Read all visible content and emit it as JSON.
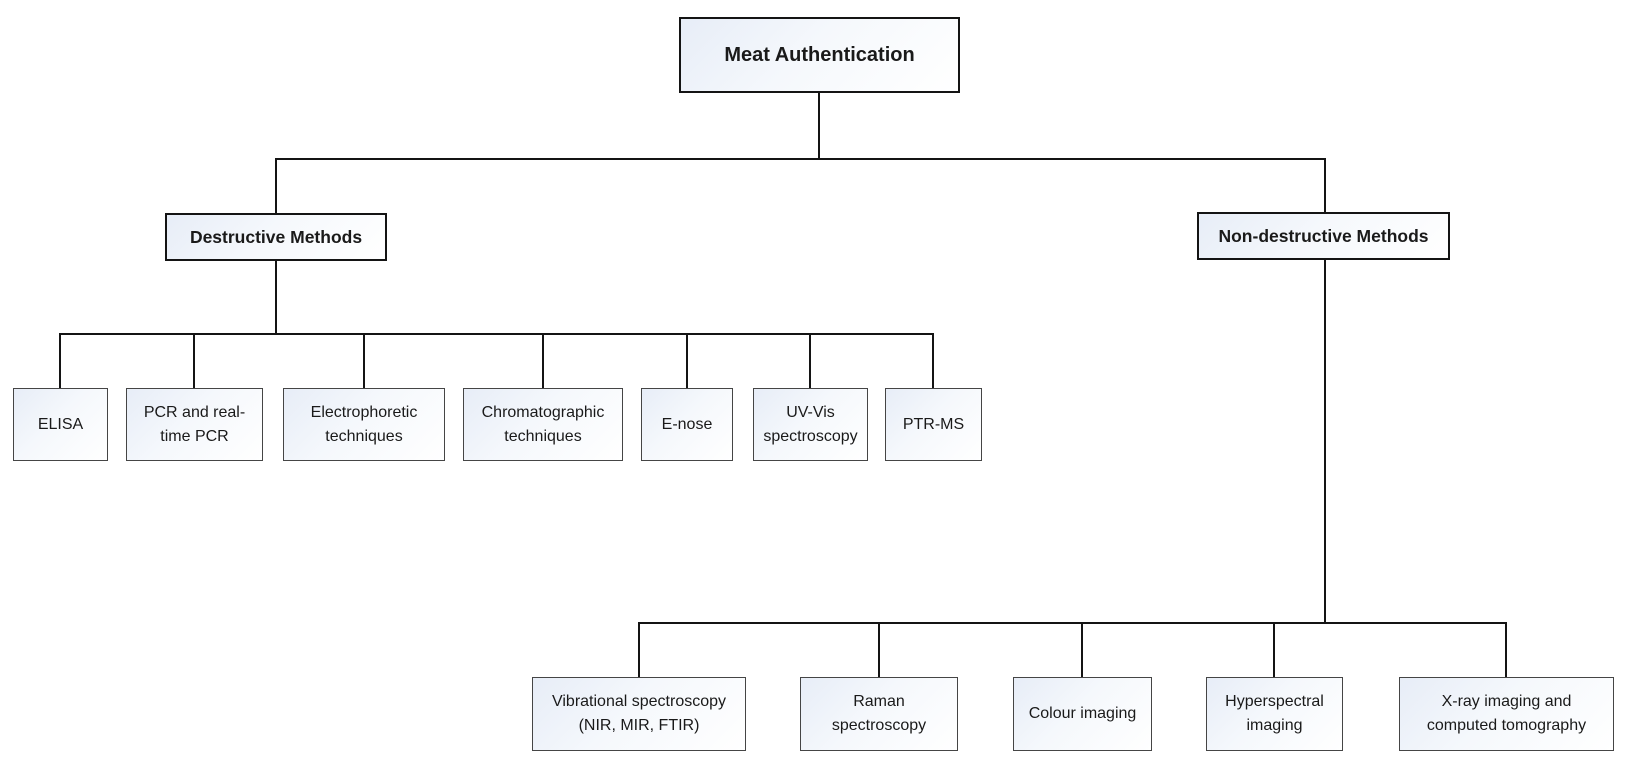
{
  "diagram": {
    "root": {
      "label": "Meat Authentication"
    },
    "branches": [
      {
        "label": "Destructive Methods",
        "children": [
          {
            "label": "ELISA"
          },
          {
            "label": "PCR and real-\ntime PCR"
          },
          {
            "label": "Electrophoretic\ntechniques"
          },
          {
            "label": "Chromatographic\ntechniques"
          },
          {
            "label": "E-nose"
          },
          {
            "label": "UV-Vis\nspectroscopy"
          },
          {
            "label": "PTR-MS"
          }
        ]
      },
      {
        "label": "Non-destructive Methods",
        "children": [
          {
            "label": "Vibrational spectroscopy\n(NIR, MIR, FTIR)"
          },
          {
            "label": "Raman\nspectroscopy"
          },
          {
            "label": "Colour imaging"
          },
          {
            "label": "Hyperspectral\nimaging"
          },
          {
            "label": "X-ray imaging and\ncomputed tomography"
          }
        ]
      }
    ],
    "colors": {
      "background": "#ffffff",
      "line": "#141414",
      "header_border": "#141414",
      "leaf_border": "#454545",
      "box_fill_start": "#e7edf7",
      "box_fill_end": "#ffffff",
      "text": "#1a1a1a"
    }
  }
}
